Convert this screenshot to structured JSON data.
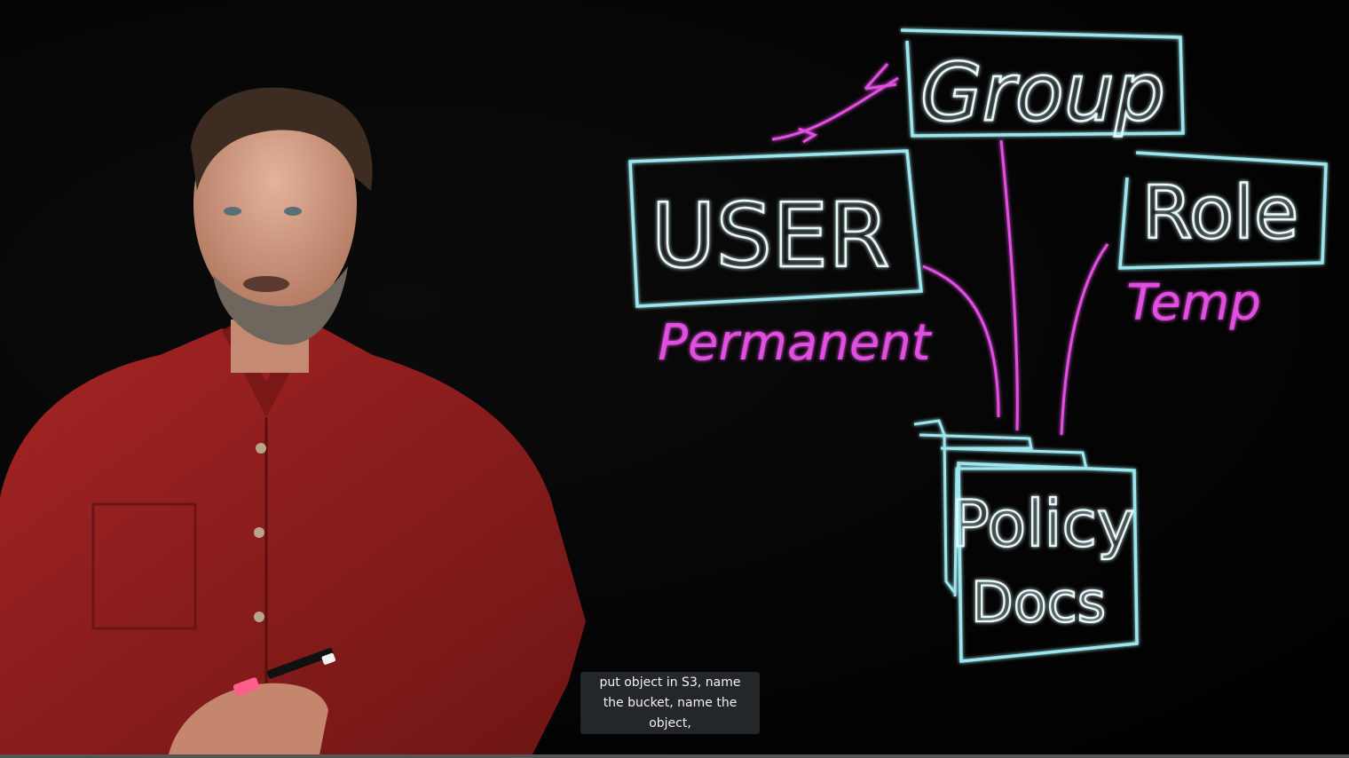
{
  "video": {
    "board_labels": {
      "group": "Group",
      "user": "USER",
      "role": "Role",
      "permanent": "Permanent",
      "temp": "Temp",
      "policy": "Policy",
      "docs": "Docs"
    },
    "colors": {
      "box_stroke": "#9ee6ee",
      "note_stroke": "#e04fe0",
      "shirt": "#8e1c1c",
      "skin": "#d9a58c",
      "caption_bg": "#262a2e"
    },
    "caption": "put object in S3, name the bucket, name the object,",
    "progress_fraction": 0.0
  }
}
